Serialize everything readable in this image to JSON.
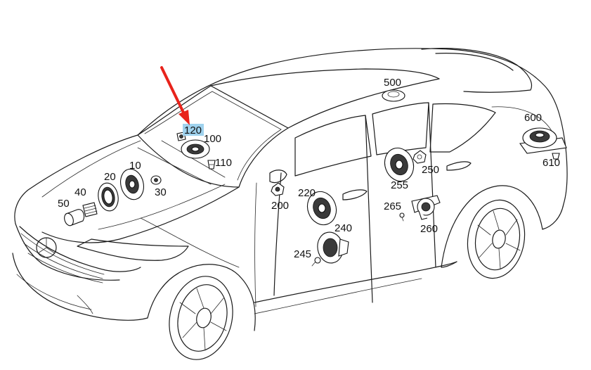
{
  "highlight_color": "#9fd2ee",
  "arrow_color": "#e8231b",
  "callouts": {
    "c10": "10",
    "c20": "20",
    "c30": "30",
    "c40": "40",
    "c50": "50",
    "c100": "100",
    "c110": "110",
    "c120": "120",
    "c200": "200",
    "c220": "220",
    "c240": "240",
    "c245": "245",
    "c250": "250",
    "c255": "255",
    "c260": "260",
    "c265": "265",
    "c500": "500",
    "c600": "600",
    "c610": "610"
  }
}
